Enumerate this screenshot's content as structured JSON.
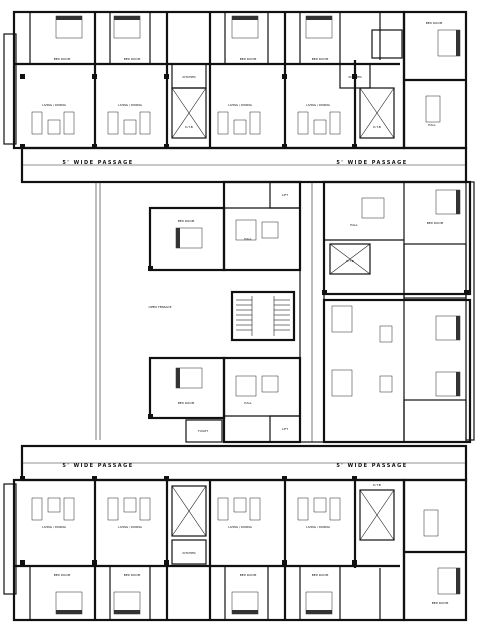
{
  "labels": {
    "passage": "5' WIDE PASSAGE",
    "duct": "D.T.B",
    "open_terrace": "OPEN TERRACE",
    "bed_room": "BED ROOM",
    "living_dining": "LIVING / DINING",
    "kitchen": "KITCHEN",
    "toilet": "TOILET",
    "lift": "LIFT",
    "hall": "HALL"
  },
  "colors": {
    "ink": "#111111",
    "paper": "#ffffff"
  }
}
